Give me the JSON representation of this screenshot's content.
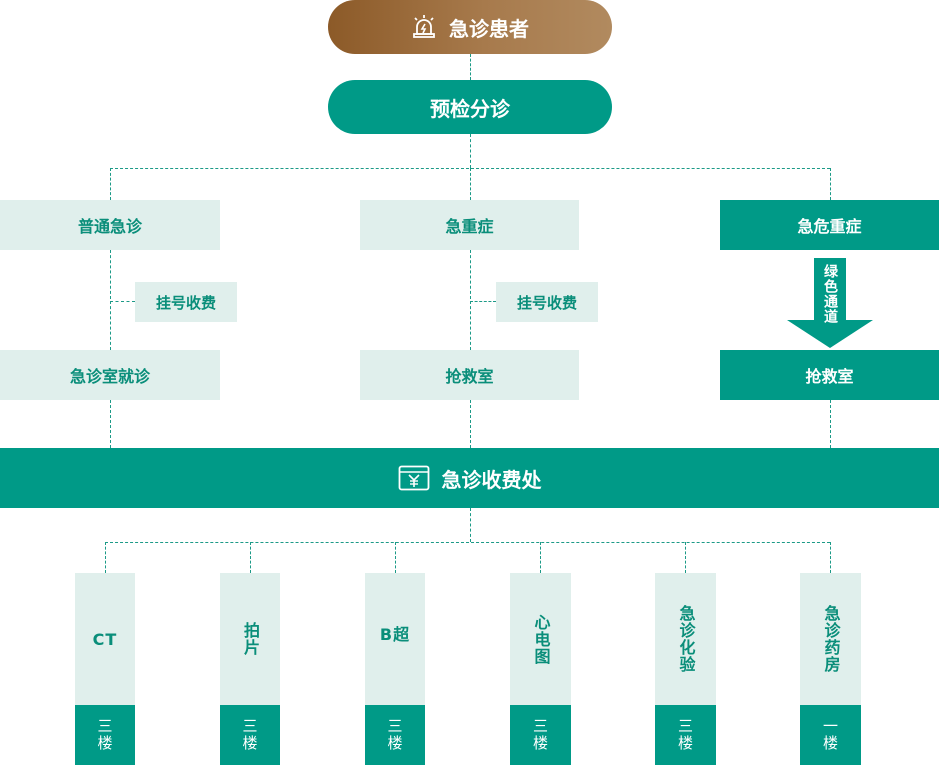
{
  "patient": {
    "label": "急诊患者",
    "icon": "alarm-icon"
  },
  "triage": {
    "label": "预检分诊"
  },
  "branches": {
    "general": {
      "title": "普通急诊",
      "fee": "挂号收费",
      "room": "急诊室就诊"
    },
    "serious": {
      "title": "急重症",
      "fee": "挂号收费",
      "room": "抢救室"
    },
    "critical": {
      "title": "急危重症",
      "channel": "绿色通道",
      "room": "抢救室"
    }
  },
  "cashier": {
    "label": "急诊收费处",
    "icon": "yen-cashier-icon"
  },
  "departments": [
    {
      "name": "CT",
      "floor": "三楼"
    },
    {
      "name": "拍片",
      "floor": "三楼"
    },
    {
      "name": "B超",
      "floor": "三楼"
    },
    {
      "name": "心电图",
      "floor": "三楼"
    },
    {
      "name": "急诊化验",
      "floor": "三楼"
    },
    {
      "name": "急诊药房",
      "floor": "一楼"
    }
  ],
  "colors": {
    "primary": "#009a87",
    "light": "#e0efec",
    "brown": "#8c5a28",
    "text_teal": "#0a8e7a"
  }
}
